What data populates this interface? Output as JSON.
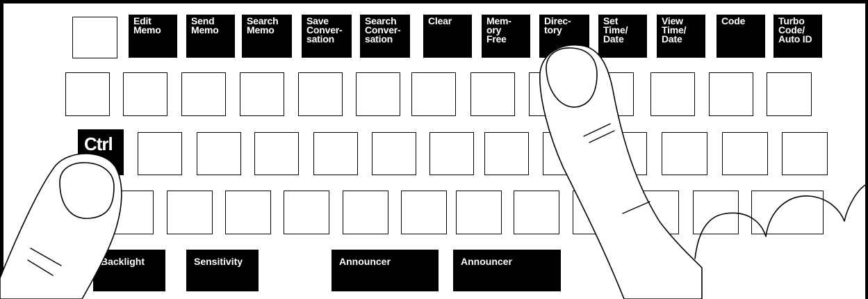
{
  "function_row": [
    {
      "label": ""
    },
    {
      "label": "Edit\nMemo"
    },
    {
      "label": "Send\nMemo"
    },
    {
      "label": "Search\nMemo"
    },
    {
      "label": "Save\nConver-\nsation"
    },
    {
      "label": "Search\nConver-\nsation"
    },
    {
      "label": "Clear"
    },
    {
      "label": "Mem-\nory\nFree"
    },
    {
      "label": "Direc-\ntory"
    },
    {
      "label": "Set\nTime/\nDate"
    },
    {
      "label": "View\nTime/\nDate"
    },
    {
      "label": "Code"
    },
    {
      "label": "Turbo\nCode/\nAuto ID"
    }
  ],
  "ctrl_label": "Ctrl",
  "special_row": [
    {
      "label": "Backlight"
    },
    {
      "label": "Sensitivity"
    },
    {
      "label": "Announcer"
    },
    {
      "label": "Announcer"
    }
  ],
  "colors": {
    "ink": "#000000",
    "paper": "#ffffff"
  }
}
